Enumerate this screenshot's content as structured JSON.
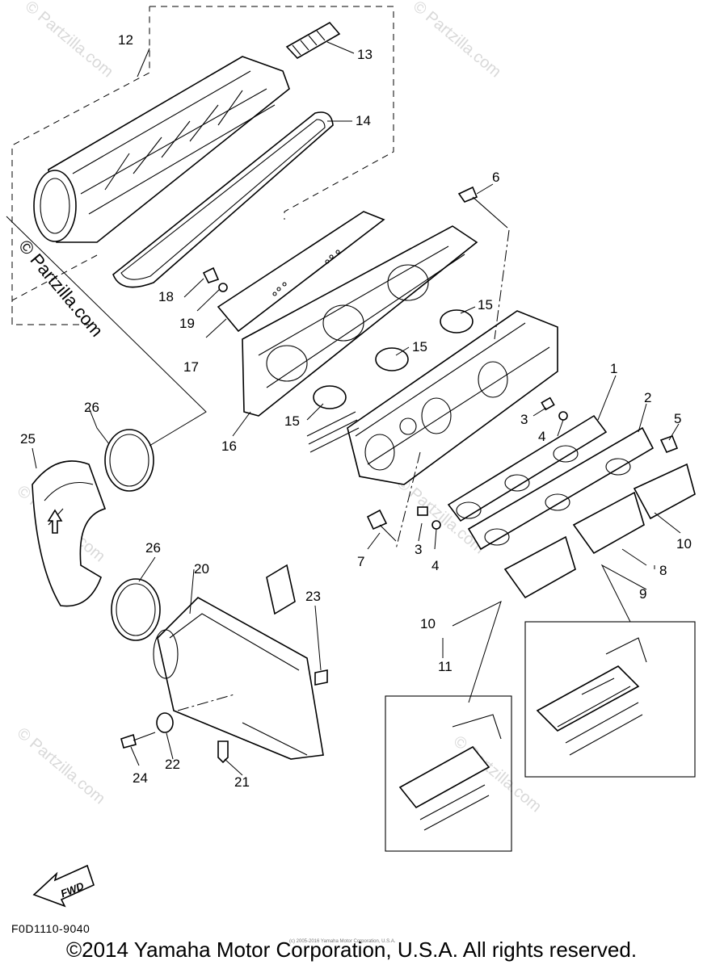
{
  "diagram": {
    "figure_code": "F0D1110-9040",
    "fwd_label": "FWD",
    "copyright": "©2014 Yamaha Motor Corporation, U.S.A. All rights reserved.",
    "small_print": "(c) 2005-2016 Yamaha Motor Corporation, U.S.A.",
    "watermark": "© Partzilla.com",
    "callouts": [
      "1",
      "2",
      "3",
      "3",
      "4",
      "4",
      "5",
      "6",
      "7",
      "8",
      "9",
      "10",
      "10",
      "11",
      "12",
      "13",
      "14",
      "15",
      "15",
      "15",
      "16",
      "17",
      "18",
      "19",
      "20",
      "21",
      "22",
      "23",
      "24",
      "25",
      "26",
      "26"
    ]
  }
}
